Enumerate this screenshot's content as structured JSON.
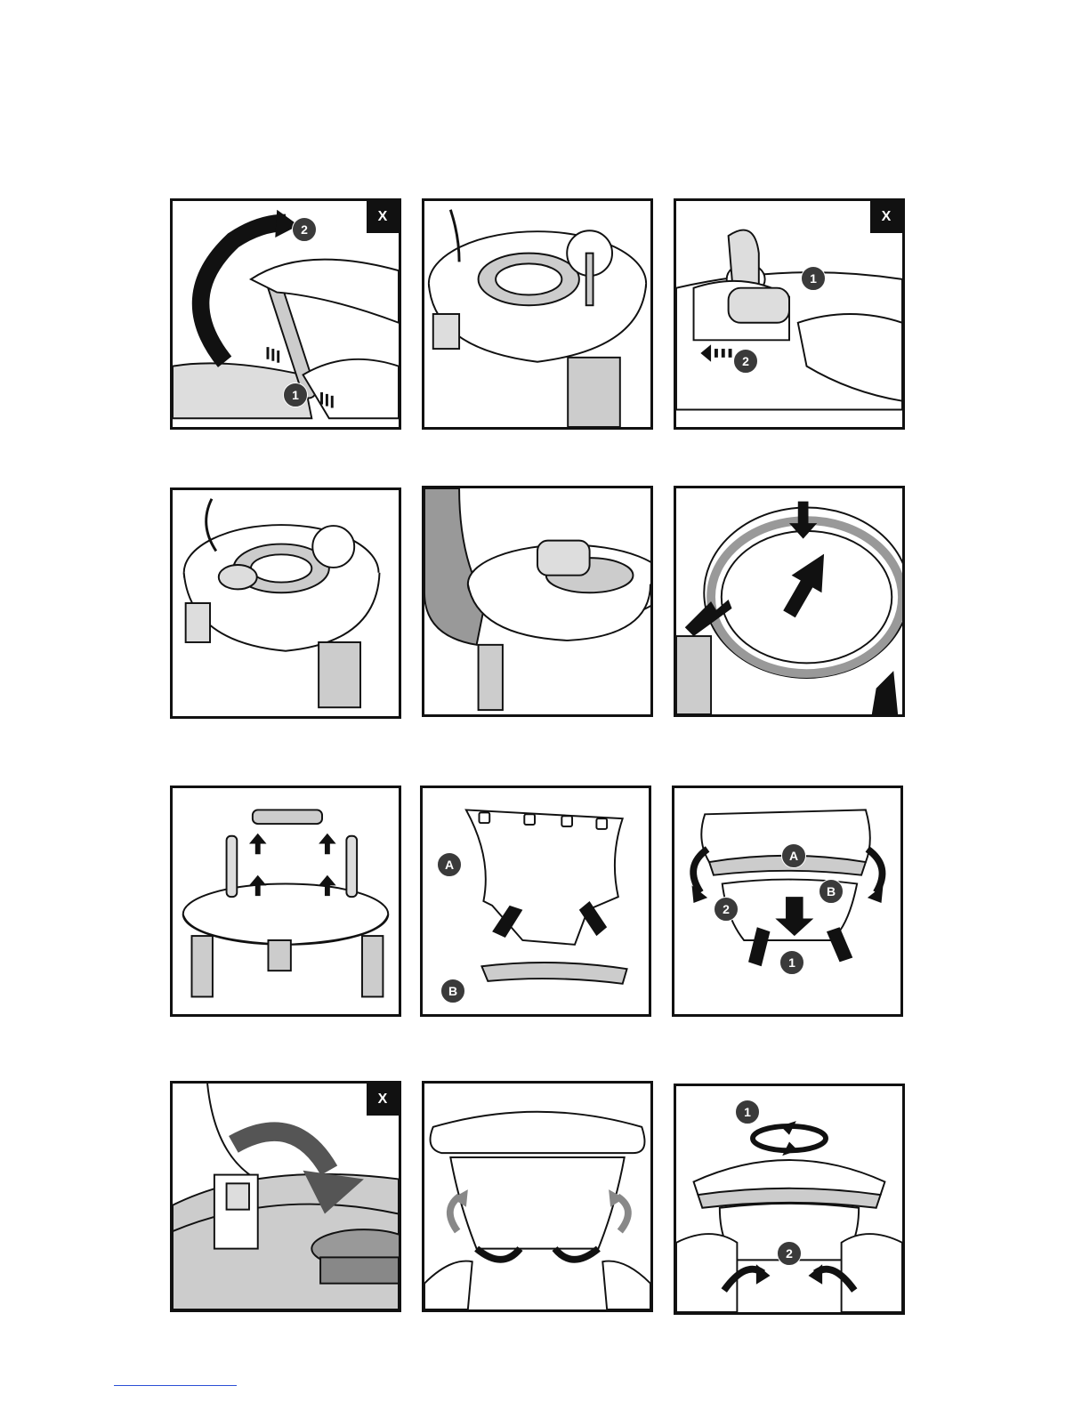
{
  "page": {
    "panels": [
      {
        "id": "p1",
        "tag": "X",
        "badges": [
          "2",
          "1"
        ]
      },
      {
        "id": "p2",
        "tag": "",
        "badges": []
      },
      {
        "id": "p3",
        "tag": "X",
        "badges": [
          "1",
          "2"
        ]
      },
      {
        "id": "p4",
        "tag": "",
        "badges": []
      },
      {
        "id": "p5",
        "tag": "",
        "badges": []
      },
      {
        "id": "p6",
        "tag": "",
        "badges": []
      },
      {
        "id": "p7",
        "tag": "",
        "badges": []
      },
      {
        "id": "p8",
        "tag": "",
        "badges": [
          "A",
          "B"
        ]
      },
      {
        "id": "p9",
        "tag": "",
        "badges": [
          "A",
          "B",
          "2",
          "1"
        ]
      },
      {
        "id": "p10",
        "tag": "X",
        "badges": []
      },
      {
        "id": "p11",
        "tag": "",
        "badges": []
      },
      {
        "id": "p12",
        "tag": "",
        "badges": [
          "1",
          "2"
        ]
      }
    ]
  }
}
